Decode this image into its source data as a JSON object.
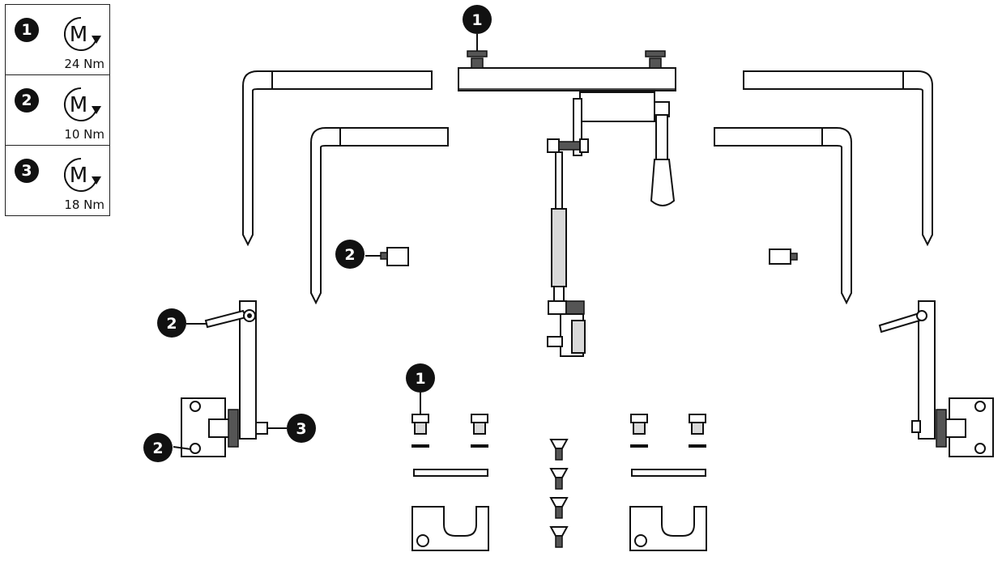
{
  "torque_legend": [
    {
      "number": "1",
      "icon": "torque-moment-icon",
      "value": "24 Nm"
    },
    {
      "number": "2",
      "icon": "torque-moment-icon",
      "value": "10 Nm"
    },
    {
      "number": "3",
      "icon": "torque-moment-icon",
      "value": "18 Nm"
    }
  ],
  "callouts": {
    "top_clamp": "1",
    "left_small_part": "2",
    "left_lever": "2",
    "left_bracket_screw": "2",
    "left_knob_bolt": "3",
    "bottom_screw": "1"
  },
  "colors": {
    "ink": "#111111",
    "fill": "#ffffff",
    "shade": "#d9d9d9"
  }
}
